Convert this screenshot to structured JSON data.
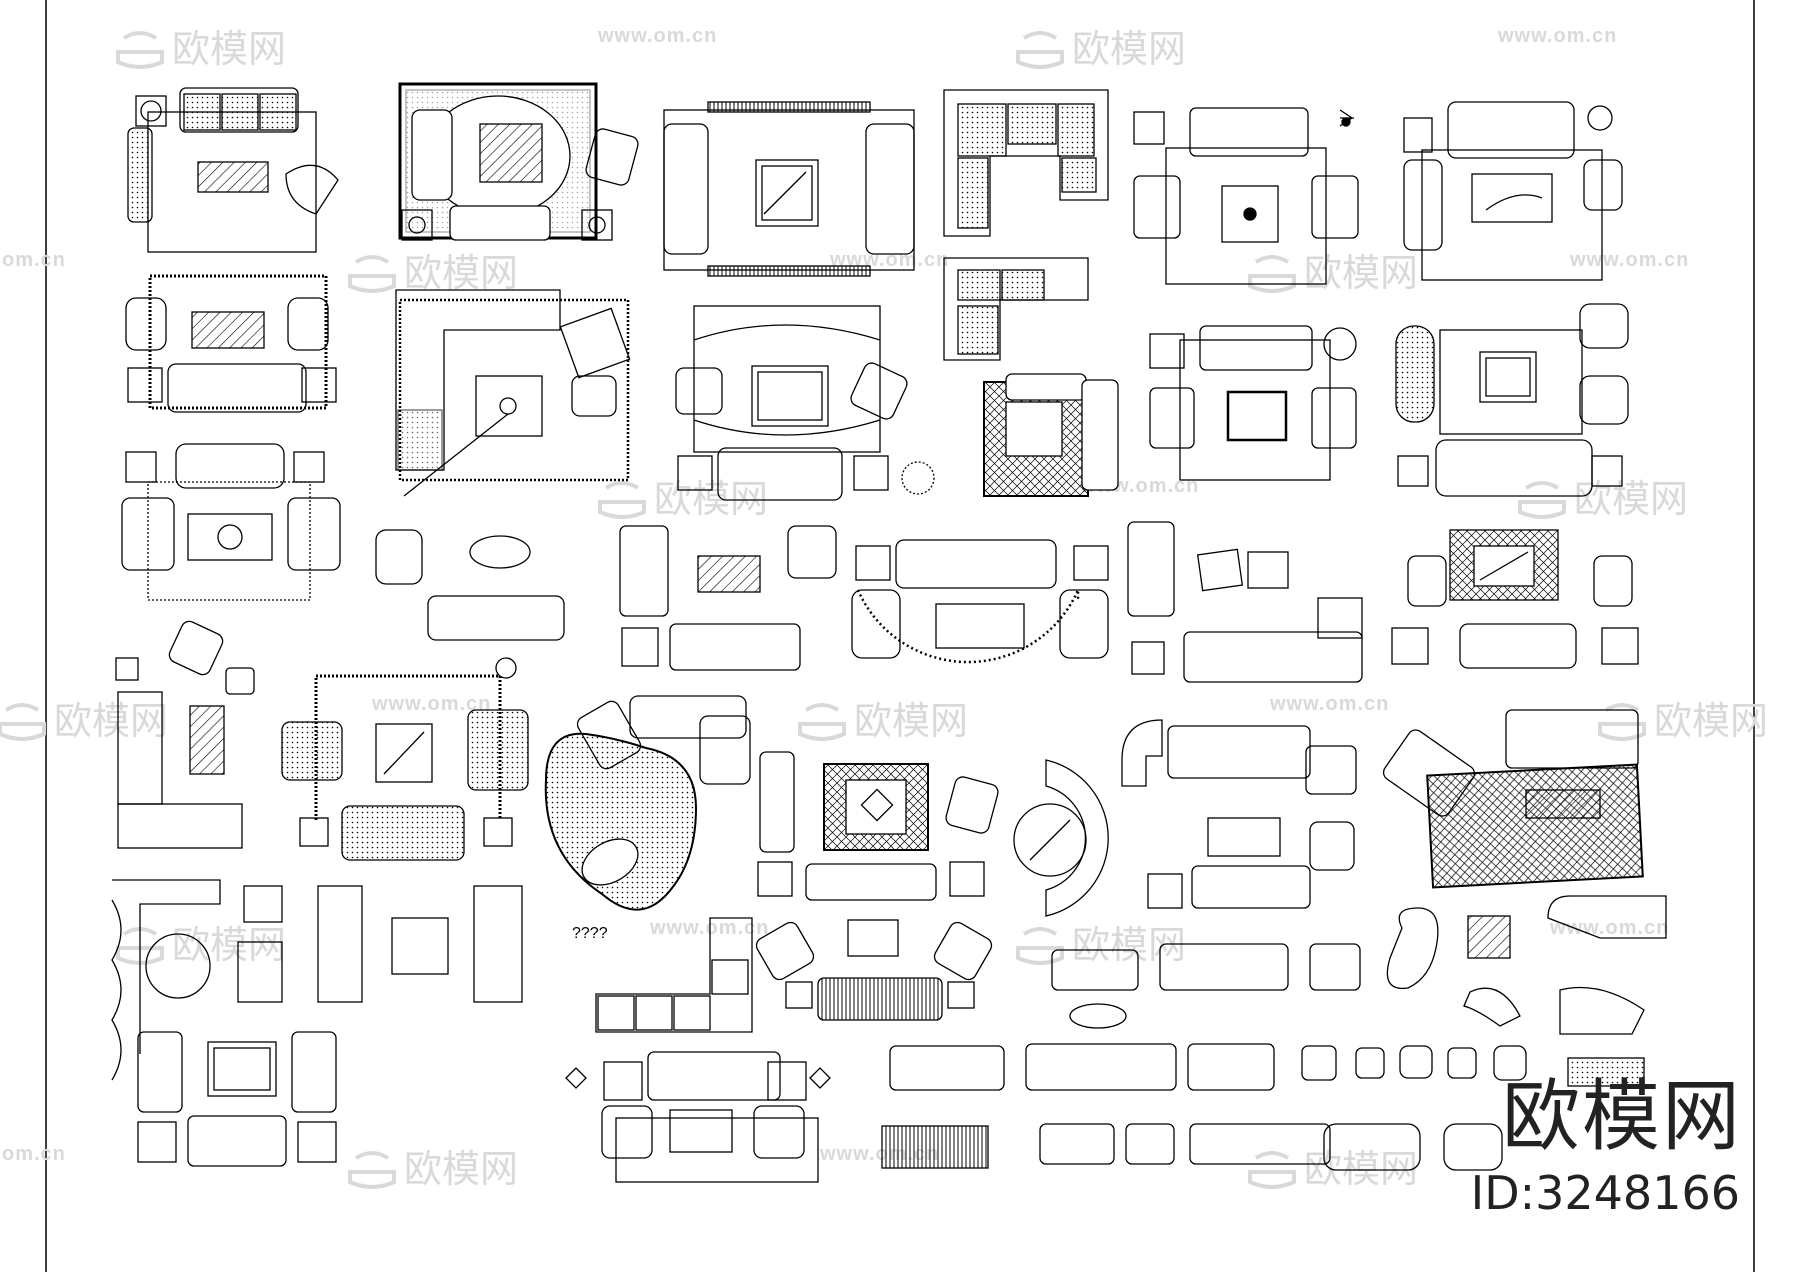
{
  "watermark": {
    "brand": "欧模网",
    "url": "www.om.cn",
    "url_fragment": "om.cn"
  },
  "branding": {
    "logo_text": "欧模网",
    "id_label": "ID:3248166"
  },
  "drawing": {
    "sheet": "furniture plan blocks",
    "line_color": "#000000",
    "watermark_color": "#d9d9d9",
    "symbols": [
      "sofa",
      "armchair",
      "coffee-table",
      "rug",
      "end-table",
      "lamp",
      "sectional-sofa",
      "round-table",
      "plant",
      "kidney-rug",
      "curved-sofa",
      "tv-cabinet",
      "ottoman",
      "chaise-lounge",
      "loveseat"
    ],
    "doodle_text": "????"
  }
}
